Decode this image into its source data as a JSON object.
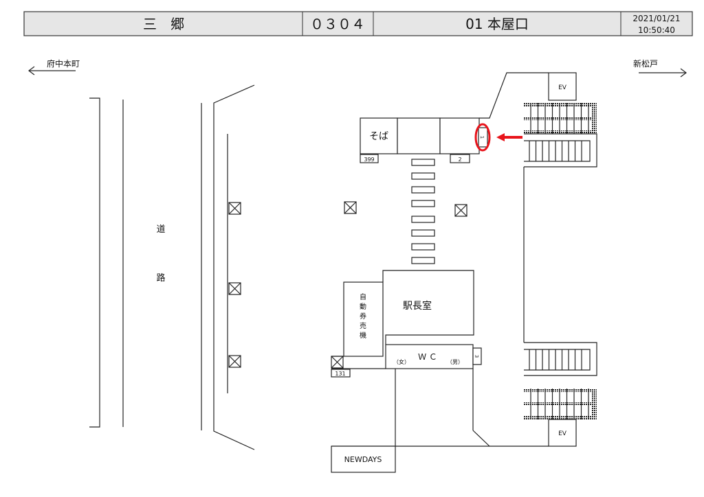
{
  "header": {
    "station_name": "三　郷",
    "station_code": "０３０４",
    "exit_name": "01 本屋口",
    "date": "2021/01/21",
    "time": "10:50:40"
  },
  "directions": {
    "left": "府中本町",
    "right": "新松戸"
  },
  "road": {
    "char1": "道",
    "char2": "路"
  },
  "rooms": {
    "soba": "そば",
    "station_master": "駅長室",
    "ticket_machine": [
      "自",
      "動",
      "券",
      "売",
      "機"
    ],
    "wc": "Ｗ Ｃ",
    "wc_female": "（女）",
    "wc_male": "（男）",
    "newdays": "NEWDAYS",
    "ev_top": "EV",
    "ev_bottom": "EV"
  },
  "labels": {
    "l399": "399",
    "l2": "2",
    "l1": "1",
    "l3": "3",
    "l131": "131"
  },
  "colors": {
    "header_bg": "#e6e6e6",
    "highlight": "#e8141b"
  }
}
